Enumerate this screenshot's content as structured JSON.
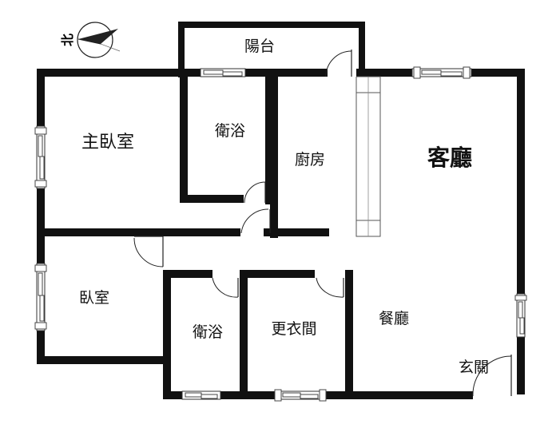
{
  "compass": {
    "north_label": "北"
  },
  "rooms": {
    "balcony": "陽台",
    "master_bedroom": "主臥室",
    "bath_upper": "衛浴",
    "kitchen": "廚房",
    "living_room": "客廳",
    "bedroom": "臥室",
    "bath_lower": "衛浴",
    "dressing_room": "更衣間",
    "dining_room": "餐廳",
    "entrance": "玄關"
  }
}
